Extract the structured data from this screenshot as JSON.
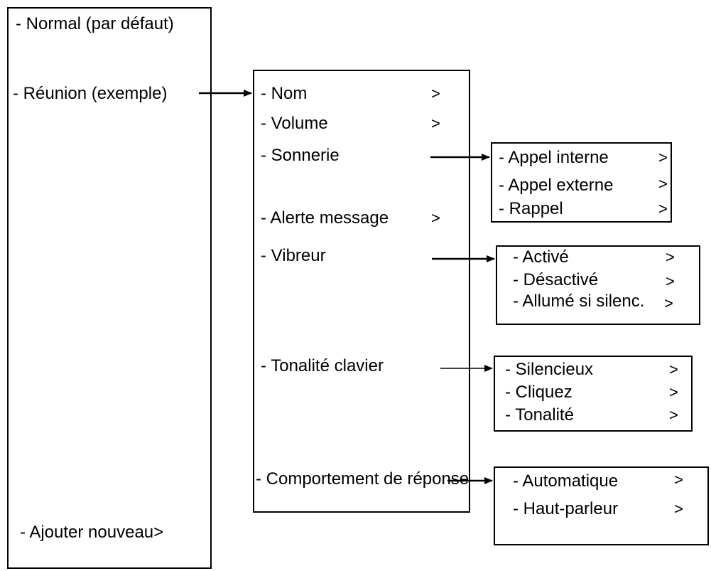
{
  "profiles": {
    "normal": "- Normal (par défaut)",
    "meeting": "- Réunion (exemple)",
    "add_new": "- Ajouter nouveau>"
  },
  "settings": {
    "items": [
      {
        "label": "- Nom",
        "chevron": ">"
      },
      {
        "label": "- Volume",
        "chevron": ">"
      },
      {
        "label": "- Sonnerie",
        "chevron": ""
      },
      {
        "label": "- Alerte message",
        "chevron": ">"
      },
      {
        "label": "- Vibreur",
        "chevron": ""
      },
      {
        "label": "- Tonalité clavier",
        "chevron": ""
      },
      {
        "label": "- Comportement de réponse",
        "chevron": ""
      }
    ]
  },
  "ringtone": {
    "items": [
      {
        "label": "- Appel interne",
        "chevron": ">"
      },
      {
        "label": "- Appel externe",
        "chevron": ">"
      },
      {
        "label": "- Rappel",
        "chevron": ">"
      }
    ]
  },
  "vibrate": {
    "items": [
      {
        "label": "- Activé",
        "chevron": ">"
      },
      {
        "label": "- Désactivé",
        "chevron": ">"
      },
      {
        "label": "- Allumé si silenc.",
        "chevron": ">"
      }
    ]
  },
  "keytone": {
    "items": [
      {
        "label": "- Silencieux",
        "chevron": ">"
      },
      {
        "label": "- Cliquez",
        "chevron": ">"
      },
      {
        "label": "- Tonalité",
        "chevron": ">"
      }
    ]
  },
  "answer": {
    "items": [
      {
        "label": "- Automatique",
        "chevron": ">"
      },
      {
        "label": "- Haut-parleur",
        "chevron": ">"
      }
    ]
  }
}
